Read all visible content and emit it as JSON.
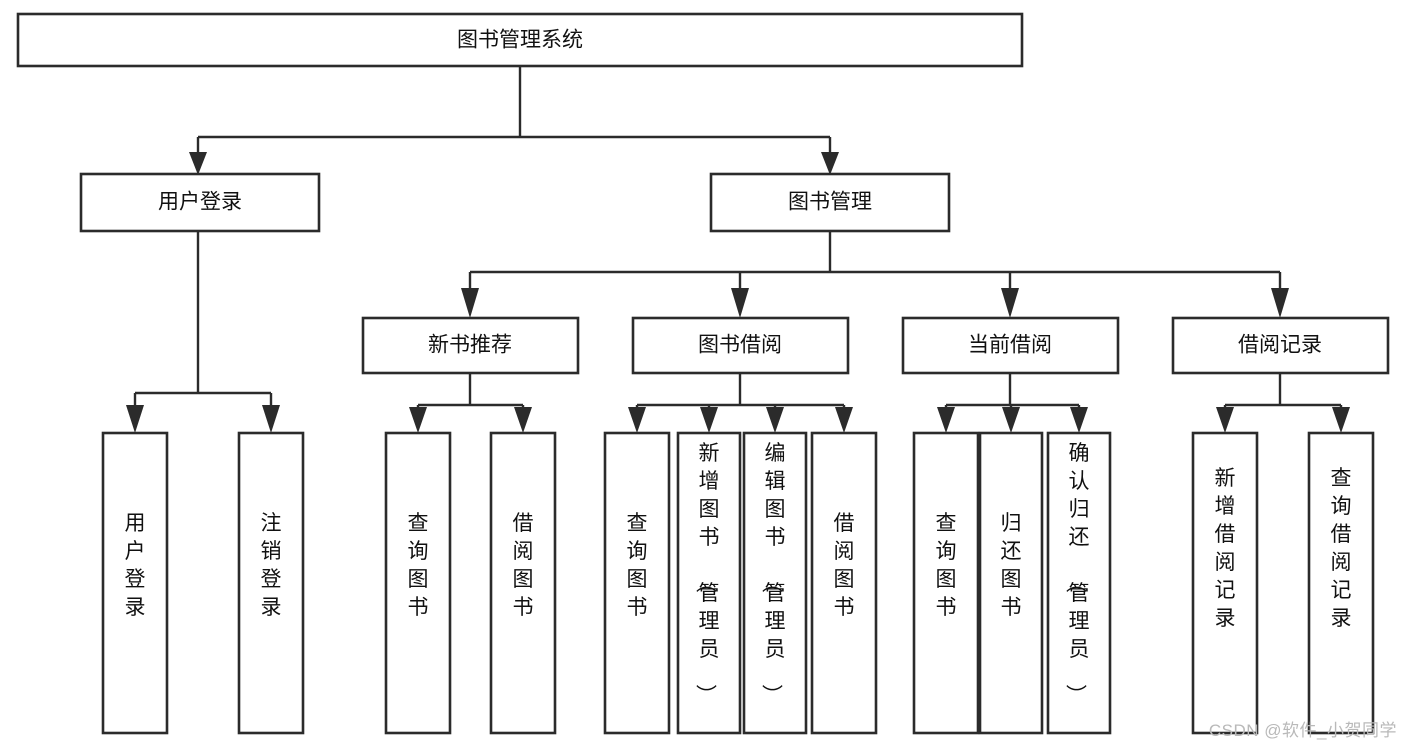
{
  "diagram": {
    "title": "图书管理系统",
    "type": "tree-hierarchy-diagram",
    "colors": {
      "stroke": "#2b2b2b",
      "fill": "#ffffff",
      "text": "#111111",
      "watermark": "#b9b9b9"
    },
    "root": {
      "label": "图书管理系统"
    },
    "level2": [
      {
        "label": "用户登录"
      },
      {
        "label": "图书管理"
      }
    ],
    "level3": [
      {
        "label": "新书推荐"
      },
      {
        "label": "图书借阅"
      },
      {
        "label": "当前借阅"
      },
      {
        "label": "借阅记录"
      }
    ],
    "leaves_user_login": [
      {
        "label": "用户登录"
      },
      {
        "label": "注销登录"
      }
    ],
    "leaves_new_books": [
      {
        "label": "查询图书"
      },
      {
        "label": "借阅图书"
      }
    ],
    "leaves_borrow": [
      {
        "label": "查询图书"
      },
      {
        "label": "新增图书（管理员）"
      },
      {
        "label": "编辑图书（管理员）"
      },
      {
        "label": "借阅图书"
      }
    ],
    "leaves_current": [
      {
        "label": "查询图书"
      },
      {
        "label": "归还图书"
      },
      {
        "label": "确认归还（管理员）"
      }
    ],
    "leaves_records": [
      {
        "label": "新增借阅记录"
      },
      {
        "label": "查询借阅记录"
      }
    ]
  },
  "watermark": {
    "text": "CSDN @软件_小贺同学"
  }
}
